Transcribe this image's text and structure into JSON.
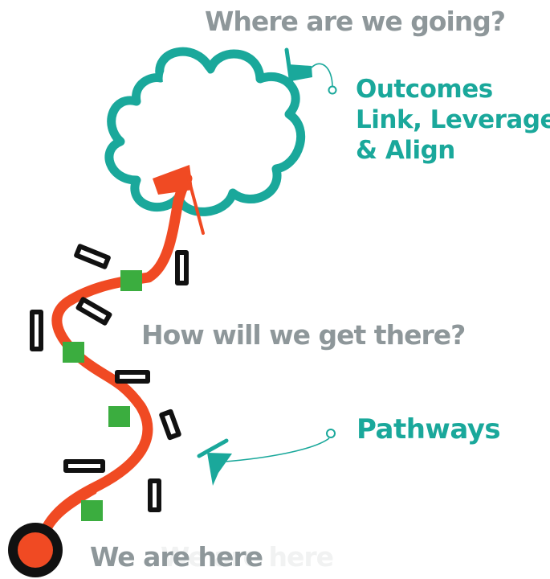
{
  "diagram": {
    "question_top": "Where are we going?",
    "question_middle": "How will we get there?",
    "start_label": "We are here",
    "start_label_ghost": "We are here",
    "outcomes_lines": [
      "Outcomes",
      "Link, Leverage",
      "& Align"
    ],
    "pathways_label": "Pathways"
  },
  "colors": {
    "teal": "#1aa89b",
    "path_orange": "#f04a23",
    "milestone_green": "#3bad3f",
    "text_gray": "#8e979a",
    "marker_black": "#111111"
  },
  "icons": {
    "cloud": "cloud-icon",
    "flag": "flag-icon",
    "arrow": "arrow-head-icon",
    "start": "start-point-icon"
  }
}
